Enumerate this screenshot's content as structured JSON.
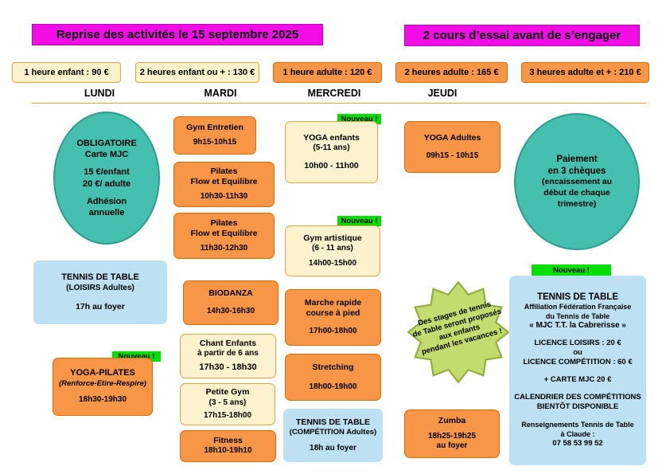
{
  "colors": {
    "magenta": "#F20DE7",
    "orange": "#F79646",
    "orange_border": "#D86E00",
    "cream": "#FCF2CE",
    "cream_border": "#E8A33D",
    "blue": "#BDE0F3",
    "teal": "#45BFAE",
    "green": "#00DF00",
    "star_fill": "#C3DC6E",
    "star_border": "#8FAE3C"
  },
  "banners": {
    "left": "Reprise des activités le 15 septembre 2025",
    "right": "2 cours d’essai avant de s’engager"
  },
  "pricing": [
    {
      "label": "1 heure enfant : 90 €"
    },
    {
      "label": "2 heures enfant ou + : 130 €"
    },
    {
      "label": "1 heure adulte : 120 €"
    },
    {
      "label": "2 heures adulte : 165 €"
    },
    {
      "label": "3 heures adulte et + : 210 €"
    }
  ],
  "days": [
    "LUNDI",
    "MARDI",
    "MERCREDI",
    "JEUDI"
  ],
  "nouveau": "Nouveau !",
  "lundi": {
    "membership": {
      "line1": "OBLIGATOIRE",
      "line2": "Carte MJC",
      "line3": "15 €/enfant",
      "line4": "20 €/ adulte",
      "line5": "Adhésion",
      "line6": "annuelle"
    },
    "tennis_loisirs": {
      "title": "TENNIS DE TABLE",
      "subtitle": "(LOISIRS Adultes)",
      "time": "17h au foyer"
    },
    "yoga_pilates": {
      "title": "YOGA-PILATES",
      "subtitle": "(Renforce-Etire-Respire)",
      "time": "18h30-19h30"
    }
  },
  "mardi": {
    "gym_entretien": {
      "title": "Gym Entretien",
      "time": "9h15-10h15"
    },
    "pilates_1": {
      "title": "Pilates",
      "subtitle": "Flow et Equilibre",
      "time": "10h30-11h30"
    },
    "pilates_2": {
      "title": "Pilates",
      "subtitle": "Flow et Equilibre",
      "time": "11h30-12h30"
    },
    "biodanza": {
      "title": "BIODANZA",
      "time": "14h30-16h30"
    },
    "chant_enfants": {
      "title": "Chant Enfants",
      "subtitle": "à partir de 6 ans",
      "time": "17h30 - 18h30"
    },
    "petite_gym": {
      "title": "Petite Gym",
      "subtitle": "(3 - 5 ans)",
      "time": "17h15-18h00"
    },
    "fitness": {
      "title": "Fitness",
      "time": "18h10-19h10"
    }
  },
  "mercredi": {
    "yoga_enfants": {
      "title": "YOGA enfants",
      "subtitle": "(5-11 ans)",
      "time": "10h00 - 11h00"
    },
    "gym_artistique": {
      "title": "Gym artistique",
      "subtitle": "(6 - 11 ans)",
      "time": "14h00-15h00"
    },
    "marche_rapide": {
      "title": "Marche rapide",
      "subtitle": "course à pied",
      "time": "17h00-18h00"
    },
    "stretching": {
      "title": "Stretching",
      "time": "18h00-19h00"
    },
    "tennis_competition": {
      "title": "TENNIS DE TABLE",
      "subtitle": "(COMPÉTITION Adultes)",
      "time": "18h au foyer"
    }
  },
  "jeudi": {
    "yoga_adultes": {
      "title": "YOGA Adultes",
      "time": "09h15 - 10h15"
    },
    "stages_note": {
      "line1": "Des stages de tennis",
      "line2": "de Table seront proposés",
      "line3": "aux enfants",
      "line4": "pendant les vacances !"
    },
    "zumba": {
      "title": "Zumba",
      "time": "18h25-19h25",
      "place": "au foyer"
    }
  },
  "paiement": {
    "line1": "Paiement",
    "line2": "en 3 chèques",
    "line3": "(encaissement au",
    "line4": "début de chaque",
    "line5": "trimestre)"
  },
  "tennis_info": {
    "title": "TENNIS DE TABLE",
    "line1": "Affiliation Fédération Française",
    "line2": "du Tennis de Table",
    "line3": "« MJC T.T. la Cabrerisse »",
    "line4": "LICENCE LOISIRS : 20 €",
    "line5": "ou",
    "line6": "LICENCE COMPÉTITION : 60 €",
    "line7": "+ CARTE MJC 20 €",
    "line8": "CALENDRIER DES COMPÉTITIONS",
    "line9": "BIENTÔT DISPONIBLE",
    "line10": "Renseignements Tennis de Table",
    "line11": "à Claude :",
    "line12": "07 58 53 99 52"
  }
}
